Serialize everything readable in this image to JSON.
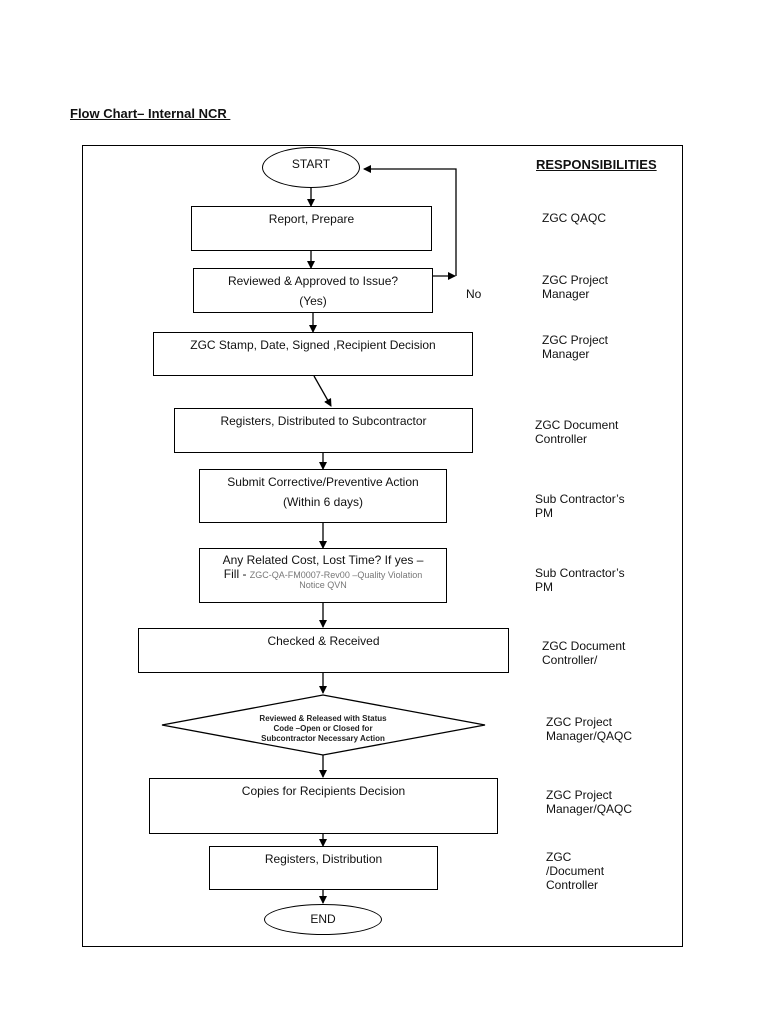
{
  "title": "Flow Chart– Internal NCR ",
  "responsibilities_header": "RESPONSIBILITIES",
  "nodes": {
    "start": "START",
    "report_prepare": "Report, Prepare",
    "reviewed_approved": {
      "line1": "Reviewed & Approved to Issue?",
      "line2": "(Yes)"
    },
    "no_label": "No",
    "stamp": "ZGC Stamp, Date, Signed ,Recipient Decision",
    "registers_distributed": "Registers, Distributed to Subcontractor",
    "submit_corrective": {
      "line1": "Submit Corrective/Preventive Action",
      "line2": "(Within 6 days)"
    },
    "related_cost": {
      "line1": "Any Related Cost, Lost Time? If yes –",
      "line2_prefix": "Fill - ",
      "line2_ref": "ZGC-QA-FM0007-Rev00 –Quality Violation",
      "line3": "Notice QVN"
    },
    "checked_received": "Checked & Received",
    "reviewed_released": {
      "line1": "Reviewed & Released with Status",
      "line2": "Code –Open or Closed for",
      "line3": "Subcontractor Necessary Action"
    },
    "copies": "Copies for Recipients Decision",
    "registers_distribution": "Registers,  Distribution",
    "end": "END"
  },
  "responsibilities": [
    "ZGC QAQC",
    "ZGC Project\nManager",
    "ZGC Project\nManager",
    "ZGC Document\nController",
    "Sub Contractor’s\nPM",
    "Sub Contractor’s\nPM",
    "ZGC Document\nController/",
    "ZGC Project\nManager/QAQC",
    "ZGC Project\nManager/QAQC",
    "ZGC\n/Document\nController"
  ]
}
